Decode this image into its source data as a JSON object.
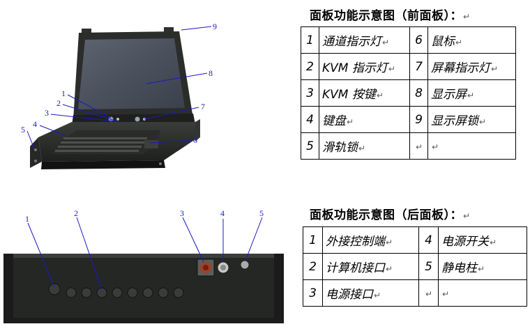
{
  "front": {
    "heading": "面板功能示意图（前面板）：",
    "heading_mark": "↵",
    "rows": [
      [
        {
          "n": "1",
          "t": "通道指示灯"
        },
        {
          "n": "6",
          "t": "鼠标"
        }
      ],
      [
        {
          "n": "2",
          "t": "KVM 指示灯"
        },
        {
          "n": "7",
          "t": "屏幕指示灯"
        }
      ],
      [
        {
          "n": "3",
          "t": "KVM 按键"
        },
        {
          "n": "8",
          "t": "显示屏"
        }
      ],
      [
        {
          "n": "4",
          "t": "键盘"
        },
        {
          "n": "9",
          "t": "显示屏锁"
        }
      ],
      [
        {
          "n": "5",
          "t": "滑轨锁"
        },
        {
          "n": "",
          "t": ""
        }
      ]
    ],
    "callouts": [
      "1",
      "2",
      "3",
      "4",
      "5",
      "6",
      "7",
      "8",
      "9"
    ]
  },
  "rear": {
    "heading": "面板功能示意图（后面板）：",
    "heading_mark": "↵",
    "rows": [
      [
        {
          "n": "1",
          "t": "外接控制端"
        },
        {
          "n": "4",
          "t": "电源开关"
        }
      ],
      [
        {
          "n": "2",
          "t": "计算机接口"
        },
        {
          "n": "5",
          "t": "静电柱"
        }
      ],
      [
        {
          "n": "3",
          "t": "电源接口"
        },
        {
          "n": "",
          "t": ""
        }
      ]
    ],
    "callouts": [
      "1",
      "2",
      "3",
      "4",
      "5"
    ]
  },
  "cell_mark": "↵"
}
